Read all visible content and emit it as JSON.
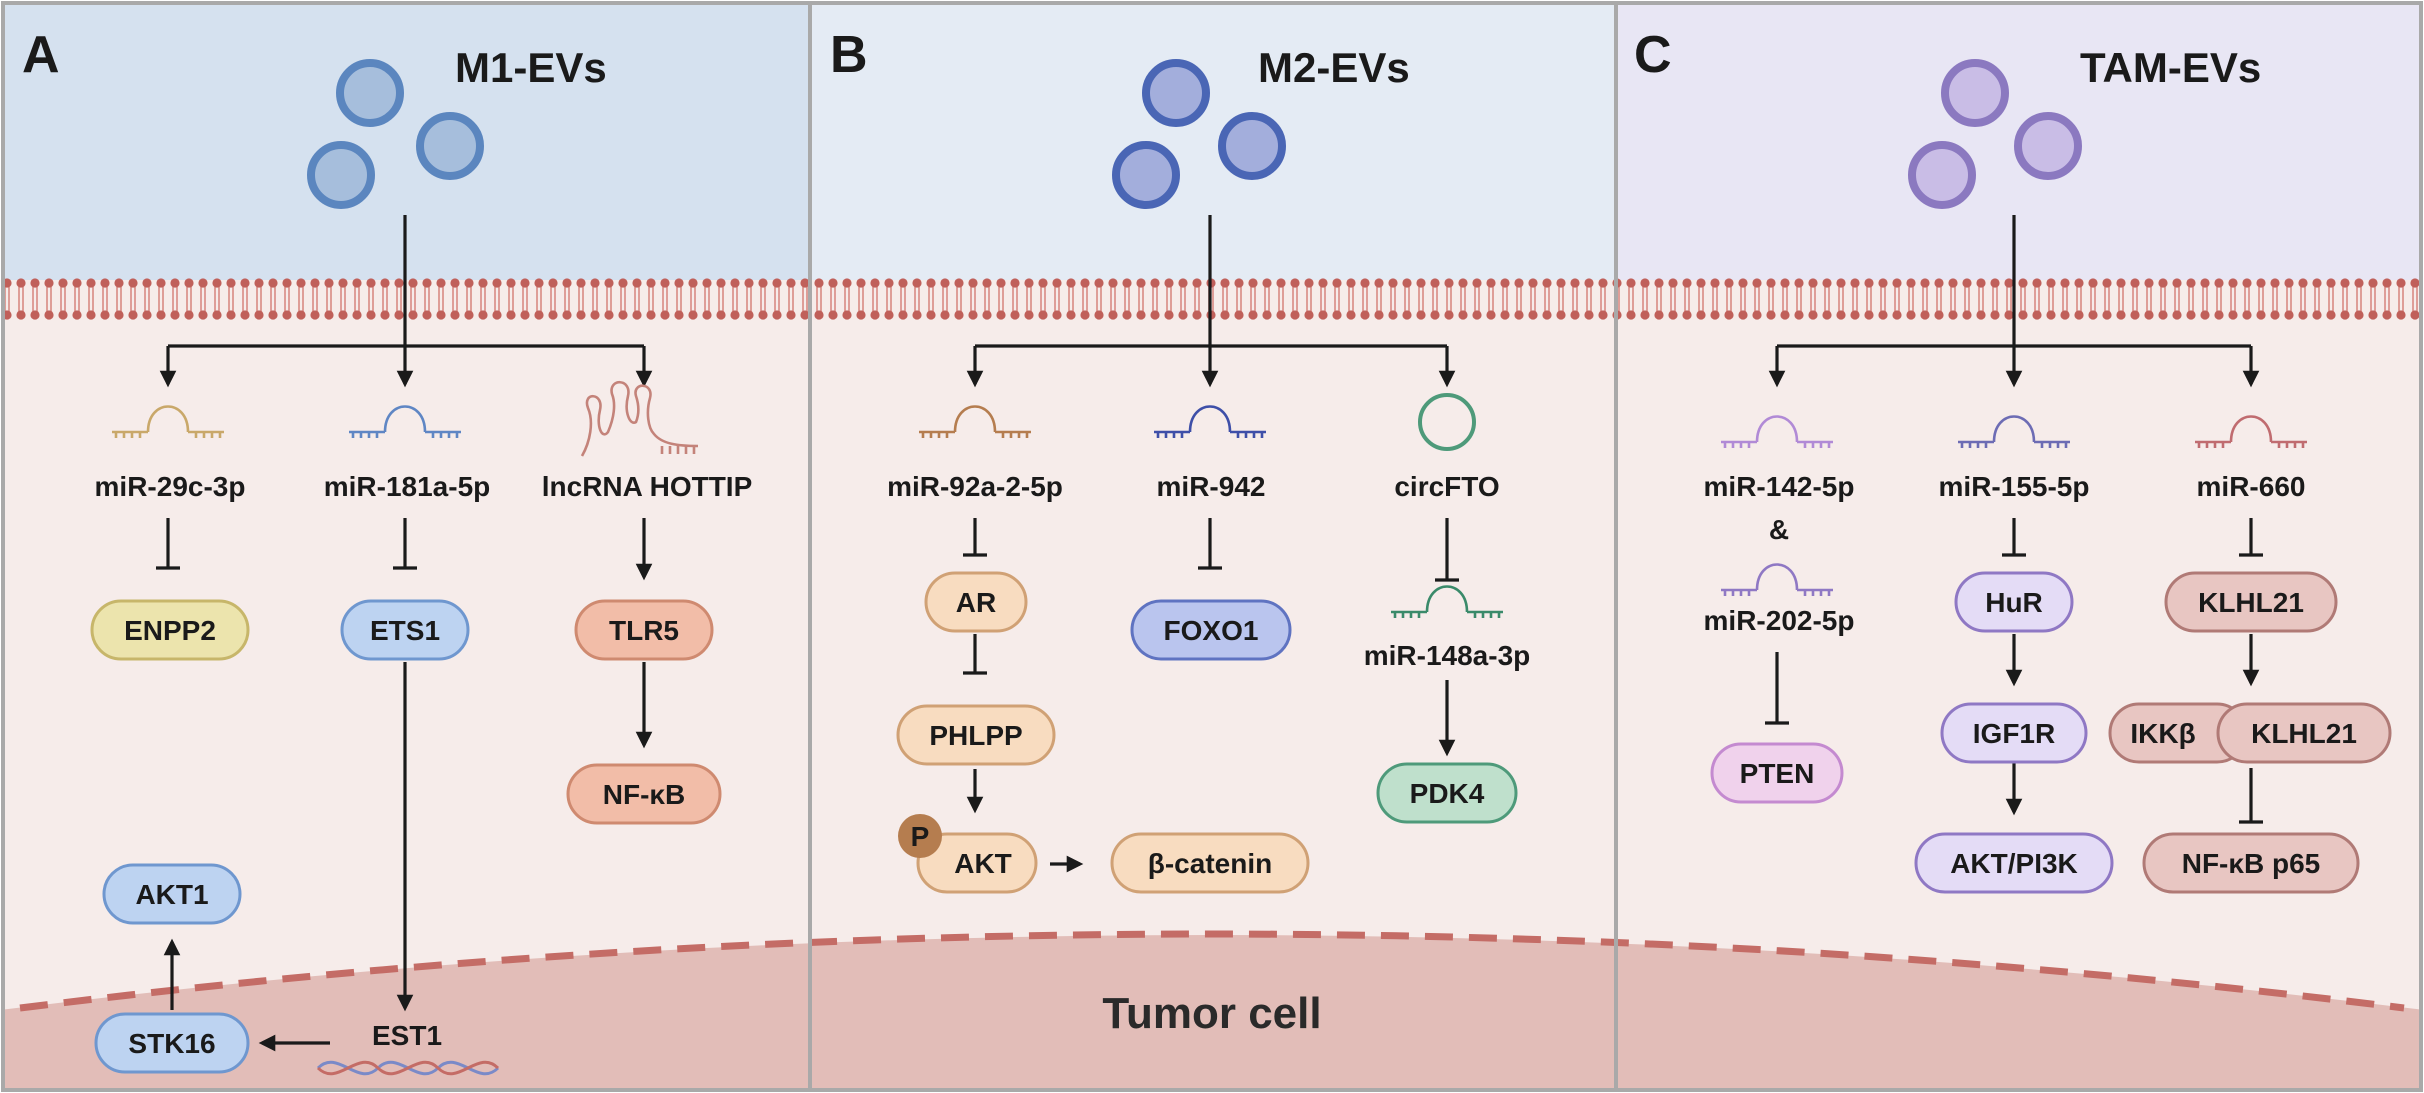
{
  "panels": [
    {
      "letter": "A",
      "title": "M1-EVs"
    },
    {
      "letter": "B",
      "title": "M2-EVs"
    },
    {
      "letter": "C",
      "title": "TAM-EVs"
    }
  ],
  "tumor_label": "Tumor cell",
  "colors": {
    "panel_a_top": "#d5e1ef",
    "panel_b_top": "#e4ebf4",
    "panel_c_top": "#e8e6f4",
    "cytoplasm": "#f6ecea",
    "nucleus": "#e2bdb8",
    "membrane": "#c0605a",
    "ev_a": "#5b86bf",
    "ev_b": "#4a66b5",
    "ev_c": "#8b79c0"
  },
  "panel_a": {
    "rna": [
      "miR-29c-3p",
      "miR-181a-5p",
      "lncRNA HOTTIP"
    ],
    "nodes": {
      "enpp2": "ENPP2",
      "ets1": "ETS1",
      "tlr5": "TLR5",
      "nfkb": "NF-κB",
      "akt1": "AKT1",
      "stk16": "STK16"
    },
    "dna_label": "EST1"
  },
  "panel_b": {
    "rna": [
      "miR-92a-2-5p",
      "miR-942",
      "circFTO",
      "miR-148a-3p"
    ],
    "nodes": {
      "ar": "AR",
      "foxo1": "FOXO1",
      "phlpp": "PHLPP",
      "akt": "AKT",
      "bcatenin": "β-catenin",
      "pdk4": "PDK4"
    },
    "phospho": "P"
  },
  "panel_c": {
    "rna": [
      "miR-142-5p",
      "&",
      "miR-202-5p",
      "miR-155-5p",
      "miR-660"
    ],
    "nodes": {
      "pten": "PTEN",
      "hur": "HuR",
      "igf1r": "IGF1R",
      "aktpi3k": "AKT/PI3K",
      "klhl21": "KLHL21",
      "ikkb": "IKKβ",
      "klhl21b": "KLHL21",
      "nfkbp65": "NF-κB p65"
    }
  }
}
